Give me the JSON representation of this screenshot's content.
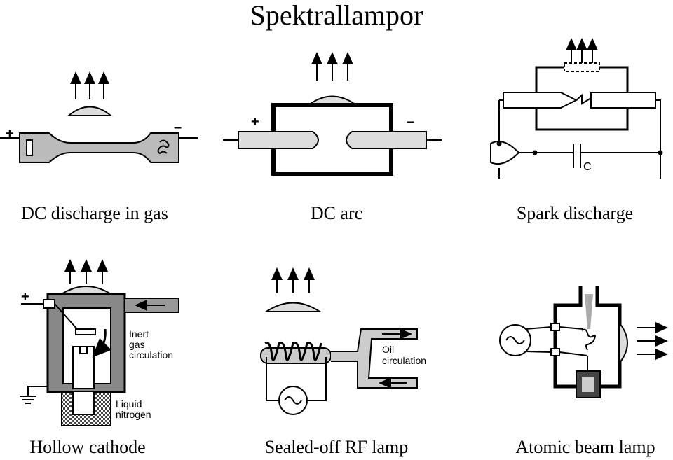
{
  "title": "Spektrallampor",
  "captions": {
    "dc_discharge": "DC discharge in gas",
    "dc_arc": "DC arc",
    "spark": "Spark discharge",
    "hollow_cathode": "Hollow cathode",
    "rf_lamp": "Sealed-off RF lamp",
    "atomic_beam": "Atomic beam lamp"
  },
  "labels": {
    "plus": "+",
    "minus": "–",
    "capacitor": "C",
    "inert_gas_1": "Inert",
    "inert_gas_2": "gas",
    "inert_gas_3": "circulation",
    "liquid_1": "Liquid",
    "liquid_2": "nitrogen",
    "oil_1": "Oil",
    "oil_2": "circulation"
  }
}
